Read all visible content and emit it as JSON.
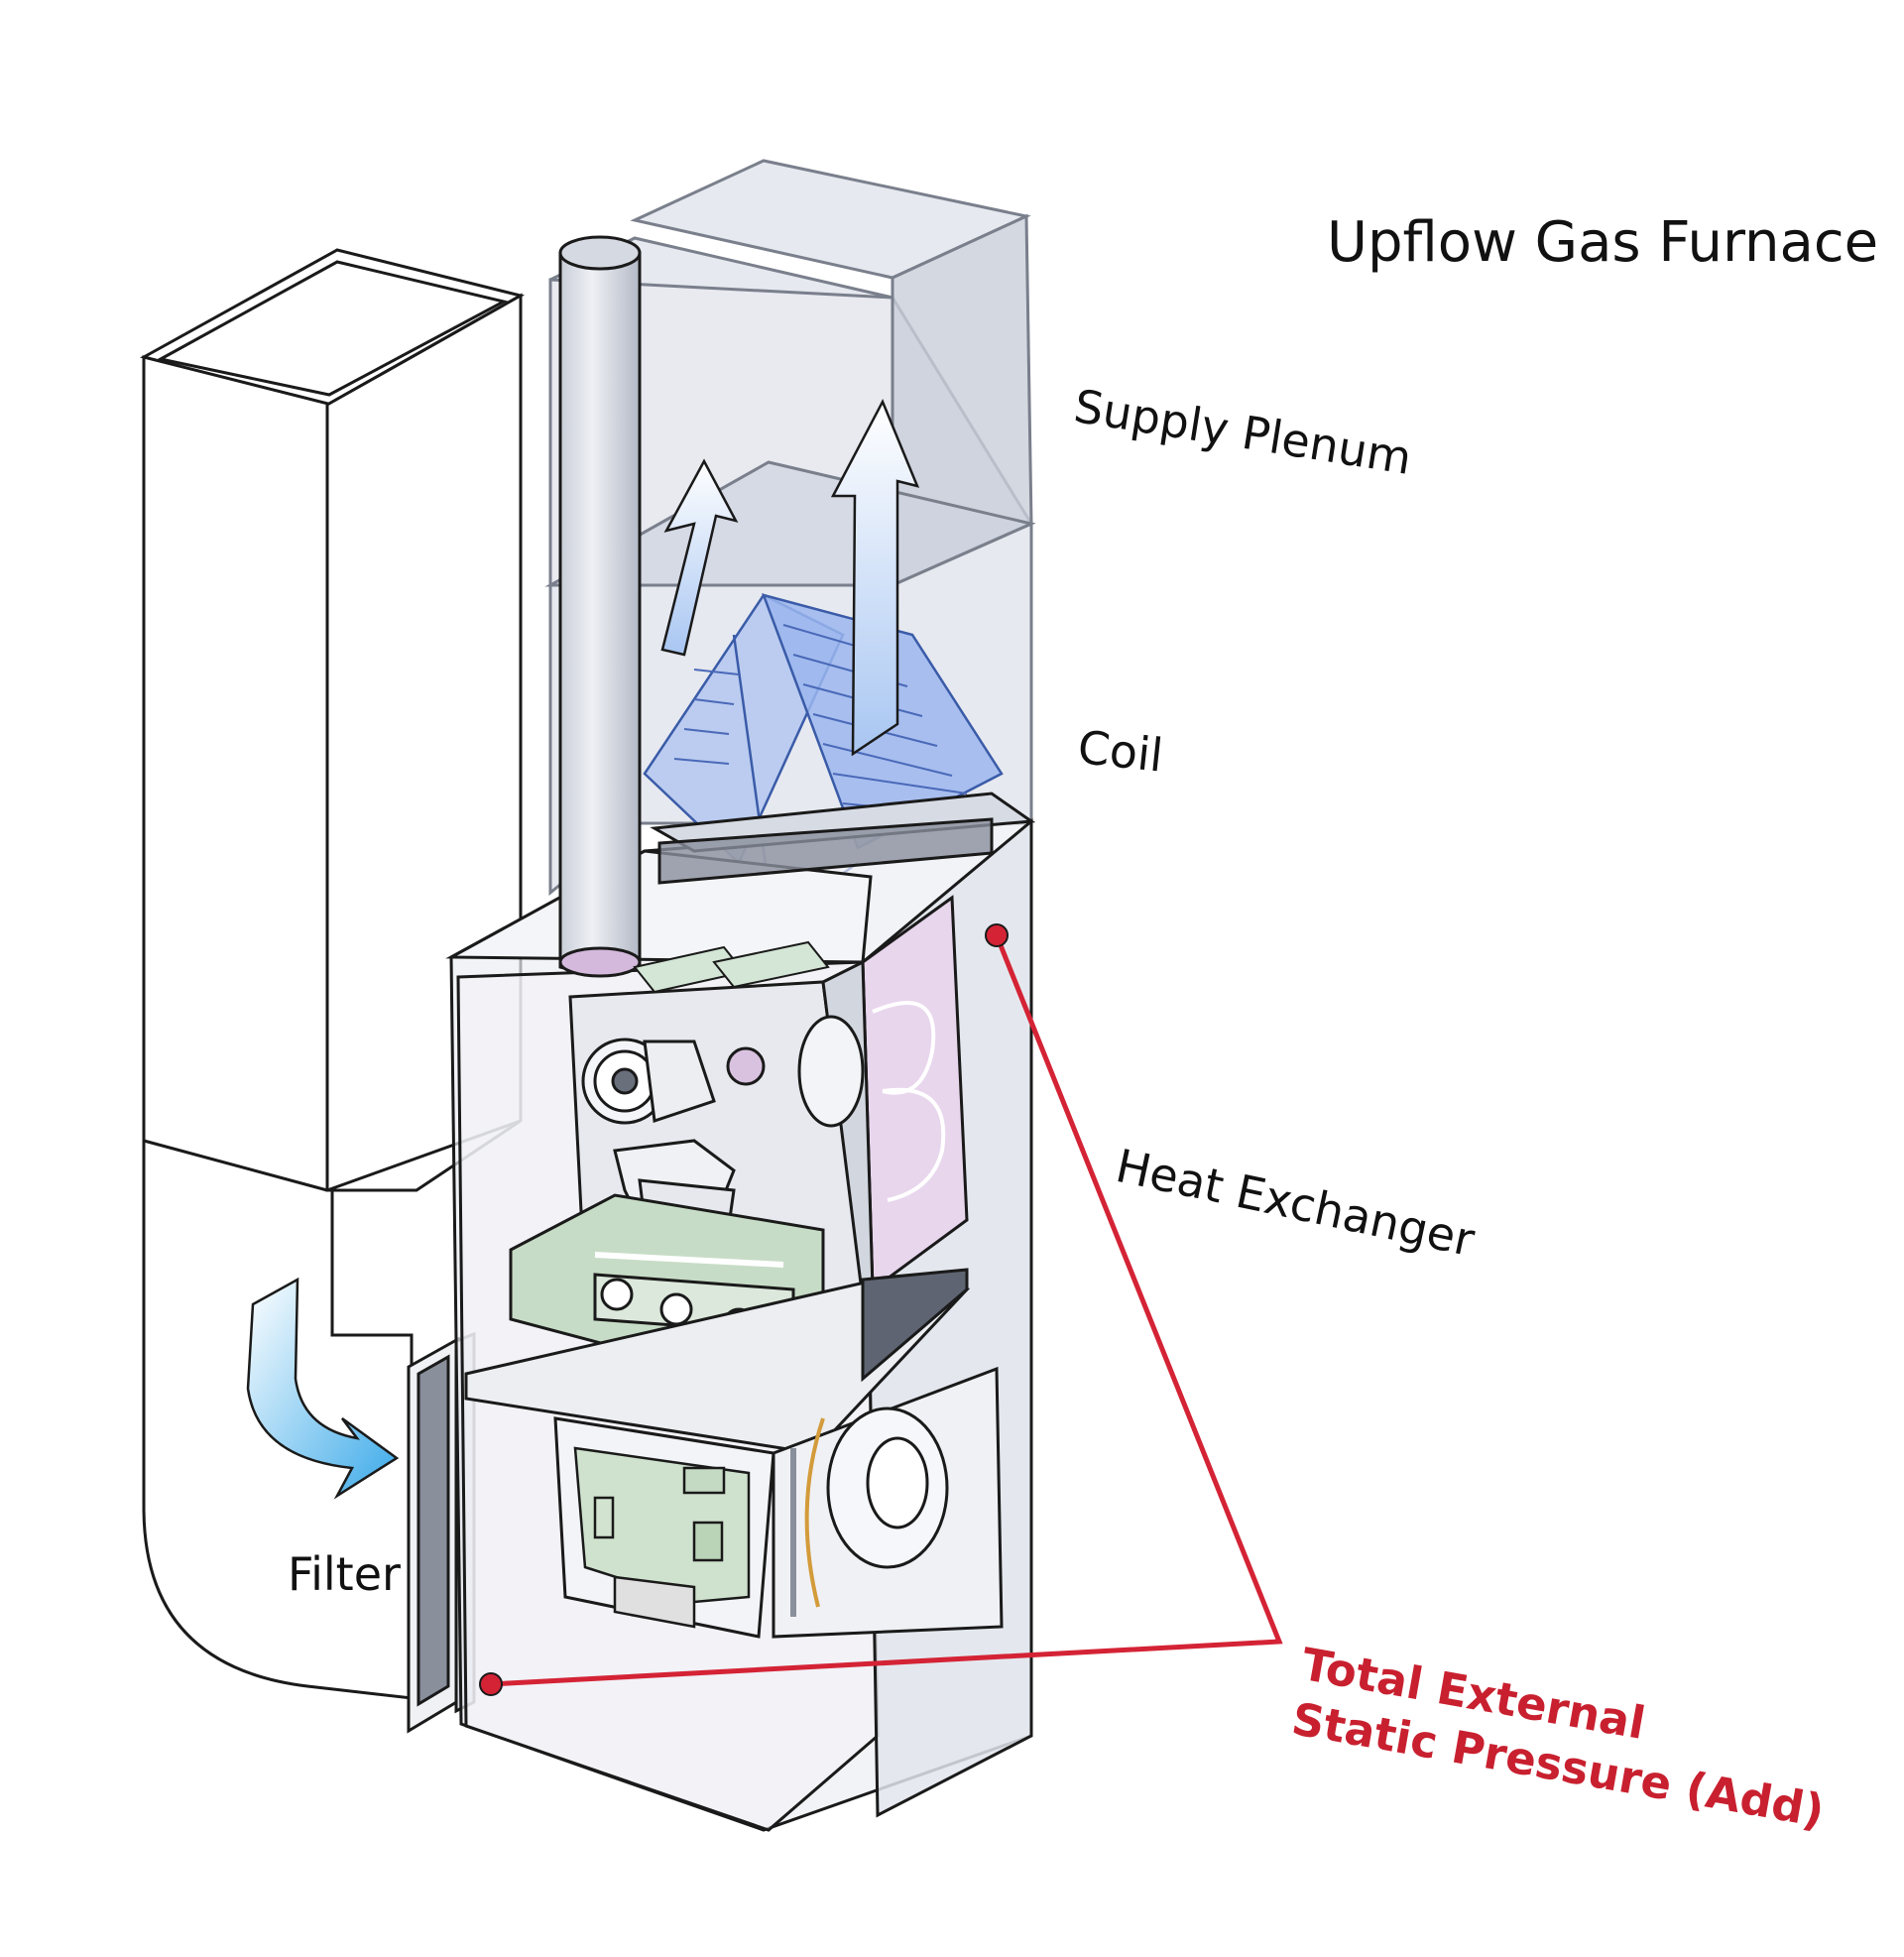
{
  "title": "Upflow Gas Furnace",
  "labels": {
    "supply_plenum": "Supply Plenum",
    "coil": "Coil",
    "heat_exchanger": "Heat Exchanger",
    "filter": "Filter",
    "tesp_line1": "Total External",
    "tesp_line2": "Static Pressure (Add)"
  },
  "colors": {
    "pressure_line": "#d42335",
    "pressure_text": "#c8202f",
    "outline": "#1a1a1a",
    "glass": "#e8ebf1",
    "glass_dark": "#c5cad6",
    "heat_exchanger": "#e8d4ec",
    "burner": "#c7dcc6",
    "coil": "#9bb6ee",
    "airflow": "#5ab8ec"
  }
}
